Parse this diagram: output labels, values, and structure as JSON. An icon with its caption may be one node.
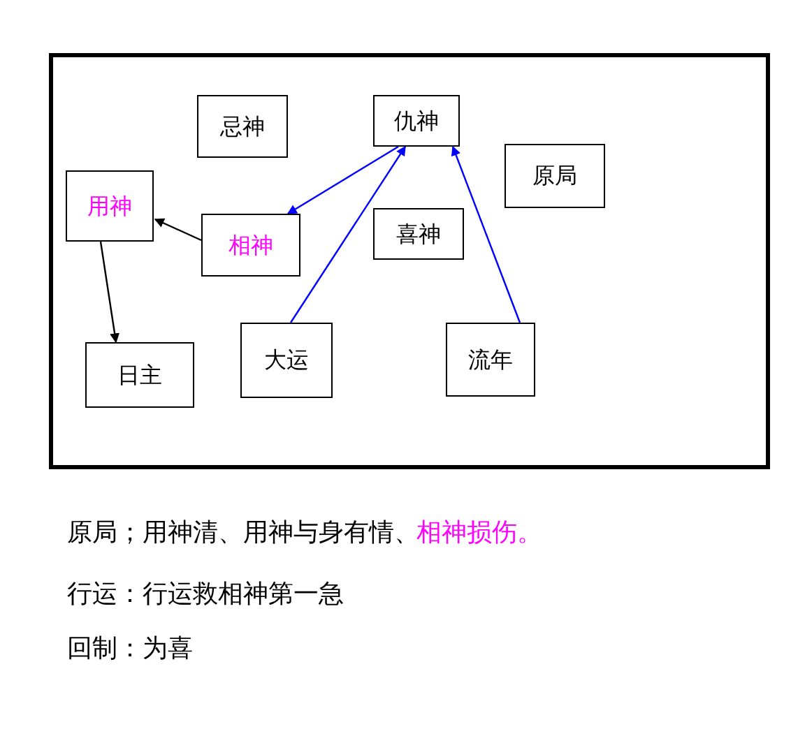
{
  "diagram": {
    "nodes": [
      {
        "text": [],
        "shape": "box"
      },
      {
        "text": [
          "忌神"
        ],
        "in": 0
      },
      {
        "text": [
          "仇神"
        ],
        "in": 0
      },
      {
        "text": [
          "原局"
        ],
        "in": 0
      },
      {
        "text": [
          "用神"
        ],
        "in": 0
      },
      {
        "text": [
          "相神"
        ],
        "in": 0
      },
      {
        "text": [
          "喜神"
        ],
        "in": 0
      },
      {
        "text": [
          "大运"
        ],
        "in": 0
      },
      {
        "text": [
          "日主"
        ],
        "in": 0
      },
      {
        "text": [
          "流年"
        ],
        "in": 0
      }
    ],
    "edges": [
      {
        "from": 5,
        "to": 4,
        "arrow": "to",
        "color": "#000000"
      },
      {
        "from": 4,
        "to": 8,
        "arrow": "to",
        "color": "#000000"
      },
      {
        "from": 2,
        "to": 5,
        "arrow": "to"
      },
      {
        "from": 7,
        "to": 2,
        "arrow": "to"
      },
      {
        "from": 9,
        "to": 2,
        "arrow": "to"
      }
    ],
    "labels": [
      "原局；用神清、用神与身有情、",
      "相神损伤。",
      "行运：行运救相神第一急",
      "回制：为喜"
    ]
  }
}
